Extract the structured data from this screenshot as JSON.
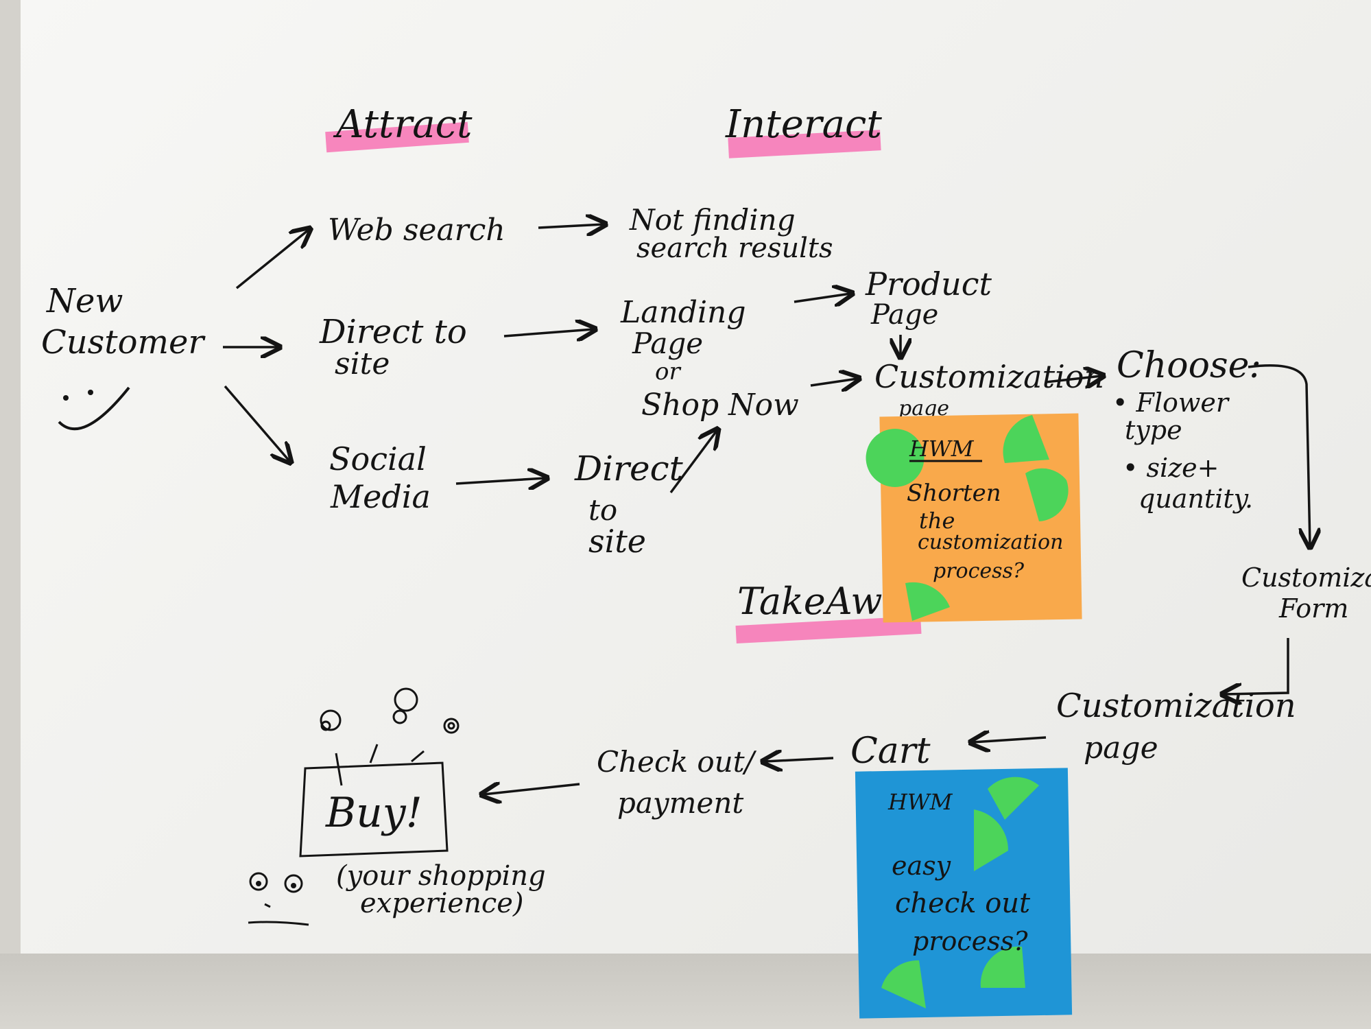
{
  "stages": {
    "attract": "Attract",
    "interact": "Interact",
    "takeaway": "TakeAwa"
  },
  "nodes": {
    "new_customer": [
      "New",
      "Customer"
    ],
    "web_search": "Web search",
    "not_finding": [
      "Not finding",
      "search results"
    ],
    "direct_to_site": [
      "Direct to",
      "site"
    ],
    "social_media": [
      "Social",
      "Media"
    ],
    "landing_page": [
      "Landing",
      "Page"
    ],
    "or": "or",
    "shop_now": "Shop Now",
    "direct_to_site_2": [
      "Direct",
      "to",
      "site"
    ],
    "product_page": [
      "Product",
      "Page"
    ],
    "customization_page_1": [
      "Customization",
      "page"
    ],
    "choose": "Choose:",
    "choose_items": [
      "• Flower",
      "type",
      "• size+",
      "quantity."
    ],
    "customization_form": [
      "Customizati",
      "Form"
    ],
    "customization_page_2": [
      "Customization",
      "page"
    ],
    "cart": "Cart",
    "checkout": [
      "Check out/",
      "payment"
    ],
    "buy": "Buy!",
    "shopping_experience": [
      "(your shopping",
      "experience)"
    ]
  },
  "sticky_notes": {
    "orange": {
      "lines": [
        "HWM",
        "Shorten",
        "the",
        "customization",
        "process?"
      ],
      "color": "#f9a94b"
    },
    "blue": {
      "lines": [
        "HWM",
        "easy",
        "check out",
        "process?"
      ],
      "color": "#1f95d6"
    }
  },
  "colors": {
    "ink": "#141414",
    "highlighter": "#f772b4",
    "dot_sticker": "#4cd45a"
  }
}
